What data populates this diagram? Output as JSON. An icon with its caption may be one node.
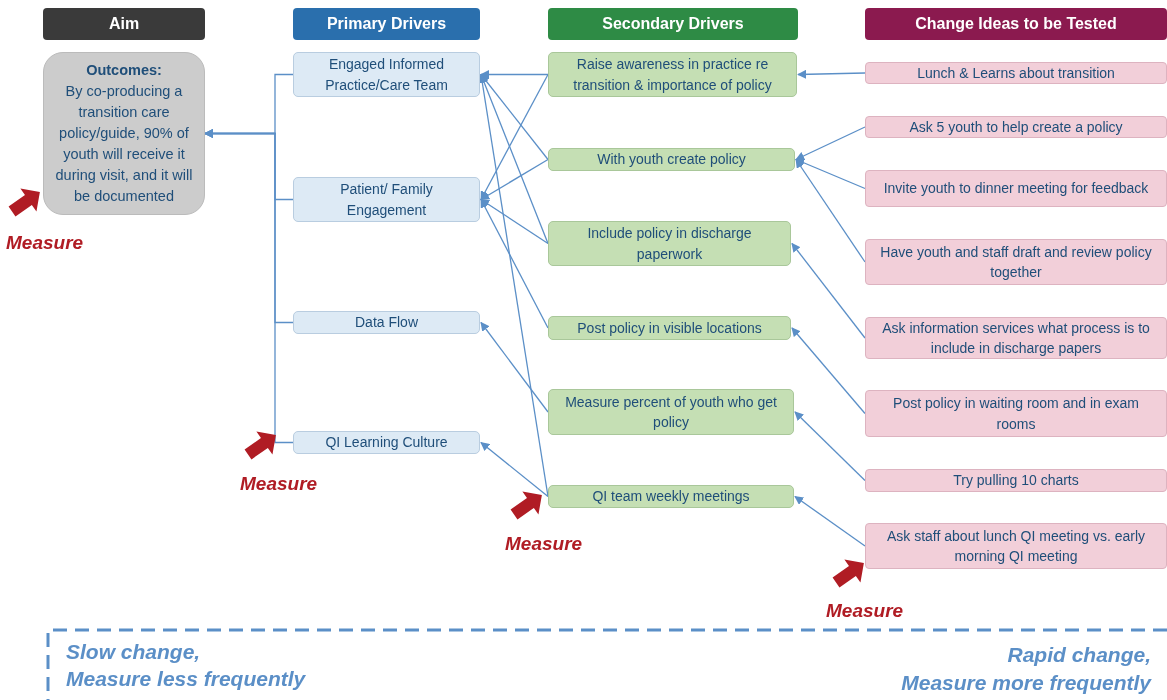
{
  "diagram": {
    "nodes": [
      {
        "text": [
          "Aim"
        ]
      },
      {
        "text": [
          "Primary Drivers"
        ]
      },
      {
        "text": [
          "Secondary Drivers"
        ]
      },
      {
        "text": [
          "Change Ideas to be Tested"
        ]
      },
      {
        "text": [
          "Outcomes:",
          "By co-producing a transition care policy/guide, 90% of youth will receive it during visit, and it will be documented"
        ]
      },
      {
        "text": [
          "Engaged Informed Practice/Care Team"
        ]
      },
      {
        "text": [
          "Patient/ Family Engagement"
        ]
      },
      {
        "text": [
          "Data Flow"
        ]
      },
      {
        "text": [
          "QI Learning Culture"
        ]
      },
      {
        "text": [
          "Raise awareness in practice re transition & importance of policy"
        ]
      },
      {
        "text": [
          "With youth create policy"
        ]
      },
      {
        "text": [
          "Include policy in discharge paperwork"
        ]
      },
      {
        "text": [
          "Post policy in visible locations"
        ]
      },
      {
        "text": [
          "Measure percent of youth who get policy"
        ]
      },
      {
        "text": [
          "QI team weekly meetings"
        ]
      },
      {
        "text": [
          "Lunch & Learns about transition"
        ]
      },
      {
        "text": [
          "Ask 5 youth to help create a policy"
        ]
      },
      {
        "text": [
          "Invite youth to dinner meeting for feedback"
        ]
      },
      {
        "text": [
          "Have youth and staff draft and review policy together"
        ]
      },
      {
        "text": [
          "Ask information services what process is to include in discharge papers"
        ]
      },
      {
        "text": [
          "Post policy in waiting room and in exam rooms"
        ]
      },
      {
        "text": [
          "Try pulling 10 charts"
        ]
      },
      {
        "text": [
          "Ask staff about lunch QI meeting vs. early morning QI meeting"
        ]
      }
    ],
    "edges": [
      {
        "from": 5,
        "to": 4,
        "arrow": "to"
      },
      {
        "from": 6,
        "to": 4,
        "arrow": "to"
      },
      {
        "from": 7,
        "to": 4,
        "arrow": "to"
      },
      {
        "from": 8,
        "to": 4,
        "arrow": "to"
      },
      {
        "from": 9,
        "to": 5,
        "arrow": "to"
      },
      {
        "from": 9,
        "to": 6,
        "arrow": "to"
      },
      {
        "from": 10,
        "to": 5,
        "arrow": "to"
      },
      {
        "from": 10,
        "to": 6,
        "arrow": "to"
      },
      {
        "from": 11,
        "to": 5,
        "arrow": "to"
      },
      {
        "from": 11,
        "to": 6,
        "arrow": "to"
      },
      {
        "from": 12,
        "to": 6,
        "arrow": "to"
      },
      {
        "from": 14,
        "to": 5,
        "arrow": "to"
      },
      {
        "from": 13,
        "to": 7,
        "arrow": "to"
      },
      {
        "from": 14,
        "to": 8,
        "arrow": "to"
      },
      {
        "from": 15,
        "to": 9,
        "arrow": "to"
      },
      {
        "from": 16,
        "to": 10,
        "arrow": "to"
      },
      {
        "from": 17,
        "to": 10,
        "arrow": "to"
      },
      {
        "from": 18,
        "to": 10,
        "arrow": "to"
      },
      {
        "from": 19,
        "to": 11,
        "arrow": "to"
      },
      {
        "from": 20,
        "to": 12,
        "arrow": "to"
      },
      {
        "from": 21,
        "to": 13,
        "arrow": "to"
      },
      {
        "from": 22,
        "to": 14,
        "arrow": "to"
      }
    ],
    "labels": [
      "Measure",
      "Measure",
      "Measure",
      "Measure",
      "Slow change,",
      "Measure less frequently",
      "Rapid change,",
      "Measure more frequently"
    ]
  }
}
